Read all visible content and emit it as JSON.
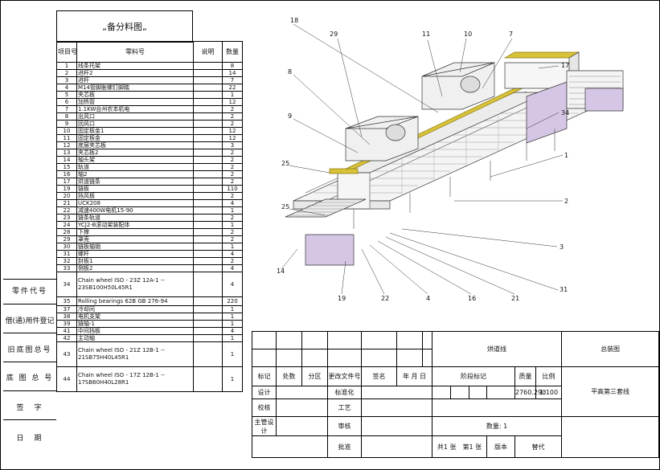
{
  "bom": {
    "title": "„备分料图„",
    "headers": {
      "no": "项目号",
      "part": "零料号",
      "note": "说明",
      "qty": "数量"
    },
    "rows": [
      {
        "no": "1",
        "name": "线条托架",
        "qty": "8"
      },
      {
        "no": "2",
        "name": "进杆2",
        "qty": "14"
      },
      {
        "no": "3",
        "name": "进杆",
        "qty": "7"
      },
      {
        "no": "4",
        "name": "M14管脚胀螺钉脚踏",
        "qty": "22"
      },
      {
        "no": "5",
        "name": "夹芯板",
        "qty": "1"
      },
      {
        "no": "6",
        "name": "加热管",
        "qty": "12"
      },
      {
        "no": "7",
        "name": "1.1KW台州农本机电",
        "qty": "2"
      },
      {
        "no": "8",
        "name": "出风口",
        "qty": "2"
      },
      {
        "no": "9",
        "name": "回风口",
        "qty": "2"
      },
      {
        "no": "10",
        "name": "固定板金1",
        "qty": "12"
      },
      {
        "no": "11",
        "name": "固定板金",
        "qty": "12"
      },
      {
        "no": "12",
        "name": "底层夹芯板",
        "qty": "3"
      },
      {
        "no": "13",
        "name": "夹芯板2",
        "qty": "2"
      },
      {
        "no": "14",
        "name": "轴头架",
        "qty": "2"
      },
      {
        "no": "15",
        "name": "轨道",
        "qty": "2"
      },
      {
        "no": "16",
        "name": "轴2",
        "qty": "2"
      },
      {
        "no": "17",
        "name": "烘道链条",
        "qty": "2"
      },
      {
        "no": "19",
        "name": "链板",
        "qty": "110"
      },
      {
        "no": "20",
        "name": "挡风板",
        "qty": "2"
      },
      {
        "no": "21",
        "name": "UCK208",
        "qty": "4"
      },
      {
        "no": "22",
        "name": "减速400W电机15-90",
        "qty": "1"
      },
      {
        "no": "23",
        "name": "链条轨道",
        "qty": "2"
      },
      {
        "no": "24",
        "name": "YCJ2-B滚动架装配体",
        "qty": "1"
      },
      {
        "no": "28",
        "name": "下撑",
        "qty": "2"
      },
      {
        "no": "29",
        "name": "罩壳",
        "qty": "2"
      },
      {
        "no": "30",
        "name": "链板轴销",
        "qty": "1"
      },
      {
        "no": "31",
        "name": "螺杆",
        "qty": "4"
      },
      {
        "no": "32",
        "name": "封板1",
        "qty": "2"
      },
      {
        "no": "33",
        "name": "侧板2",
        "qty": "4"
      },
      {
        "no": "34",
        "name": "Chain wheel ISO - 23Z 12A-1 -- 23SB100H50L45R1",
        "qty": "4",
        "tall": true
      },
      {
        "no": "35",
        "name": "Rolling bearings 62B GB 276-94",
        "qty": "220",
        "mid": true
      },
      {
        "no": "37",
        "name": "冷却间",
        "qty": "1"
      },
      {
        "no": "38",
        "name": "电机支架",
        "qty": "1"
      },
      {
        "no": "39",
        "name": "链轴-1",
        "qty": "1"
      },
      {
        "no": "41",
        "name": "中间挡板",
        "qty": "4"
      },
      {
        "no": "42",
        "name": "主动轴",
        "qty": "1"
      },
      {
        "no": "43",
        "name": "Chain wheel ISO - 21Z 12B-1 -- 21SB75H40L45R1",
        "qty": "1",
        "tall": true
      },
      {
        "no": "44",
        "name": "Chain wheel ISO - 17Z 12B-1 -- 17SB60H40L28R1",
        "qty": "1",
        "tall": true
      }
    ]
  },
  "side_labels": [
    "零件代号",
    "借(通)用件登记",
    "旧底图总号",
    "底 图 总 号",
    "签　字",
    "日　期"
  ],
  "title_block": {
    "product": "烘道线",
    "drawing_type": "总装图",
    "drawing_name": "平高第三套线",
    "mark_label": "标记",
    "count_label": "处数",
    "zone_label": "分区",
    "change_label": "更改文件号",
    "sign_label": "签名",
    "date_label": "年 月 日",
    "stage_label": "阶段标记",
    "weight_label": "质量",
    "scale_label": "比例",
    "design_label": "设计",
    "std_label": "标准化",
    "check_label": "校核",
    "craft_label": "工艺",
    "chief_label": "主管设计",
    "review_label": "审核",
    "approve_label": "批准",
    "weight": "2760.290",
    "scale": "1:100",
    "quantity": "数量: 1",
    "sheets": "共1 张　第1 张",
    "version_label": "版本",
    "replace_label": "替代"
  },
  "callouts": [
    "18",
    "29",
    "11",
    "10",
    "7",
    "8",
    "17",
    "34",
    "9",
    "1",
    "25",
    "25",
    "2",
    "3",
    "14",
    "19",
    "22",
    "4",
    "16",
    "21",
    "31"
  ]
}
